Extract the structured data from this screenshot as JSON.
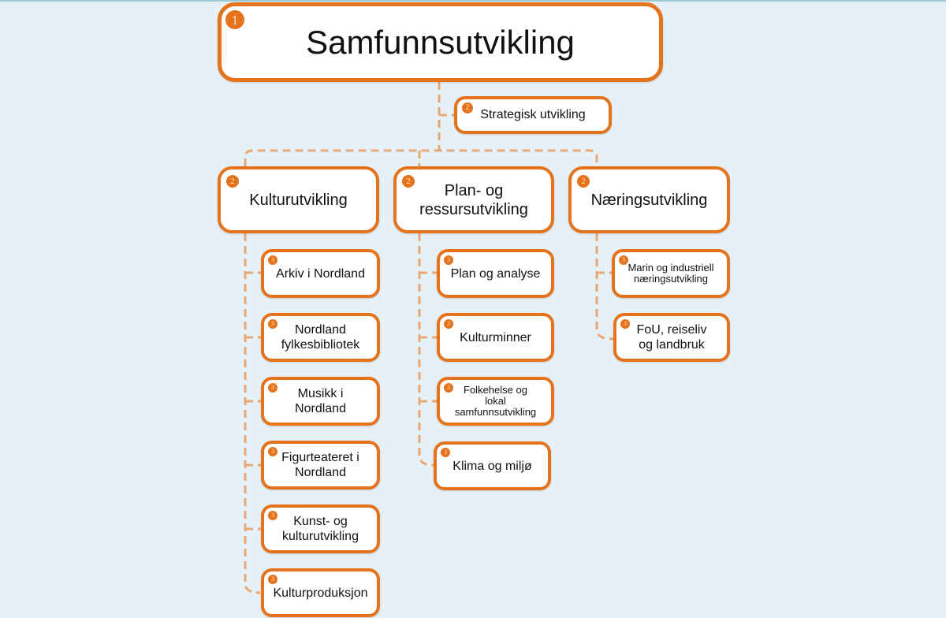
{
  "diagram": {
    "title": "Samfunnsutvikling organisational chart",
    "colors": {
      "accent": "#e4731c",
      "connector": "#e9a873",
      "background": "#e6f1f7",
      "node_fill": "#ffffff"
    },
    "root": {
      "level": "1",
      "label": "Samfunnsutvikling"
    },
    "staff": {
      "level": "2",
      "label": "Strategisk utvikling"
    },
    "departments": [
      {
        "level": "2",
        "label": "Kulturutvikling",
        "children": [
          {
            "level": "3",
            "label": "Arkiv i Nordland"
          },
          {
            "level": "3",
            "label": "Nordland\nfylkesbibliotek"
          },
          {
            "level": "3",
            "label": "Musikk i\nNordland"
          },
          {
            "level": "3",
            "label": "Figurteateret i\nNordland"
          },
          {
            "level": "3",
            "label": "Kunst- og\nkulturutvikling"
          },
          {
            "level": "3",
            "label": "Kulturproduksjon"
          }
        ]
      },
      {
        "level": "2",
        "label": "Plan- og\nressursutvikling",
        "children": [
          {
            "level": "3",
            "label": "Plan og analyse"
          },
          {
            "level": "3",
            "label": "Kulturminner"
          },
          {
            "level": "3",
            "label": "Folkehelse og\nlokal\nsamfunnsutvikling"
          },
          {
            "level": "3",
            "label": "Klima og miljø"
          }
        ]
      },
      {
        "level": "2",
        "label": "Næringsutvikling",
        "children": [
          {
            "level": "3",
            "label": "Marin og industriell\nnæringsutvikling"
          },
          {
            "level": "3",
            "label": "FoU, reiseliv\nog landbruk"
          }
        ]
      }
    ]
  }
}
